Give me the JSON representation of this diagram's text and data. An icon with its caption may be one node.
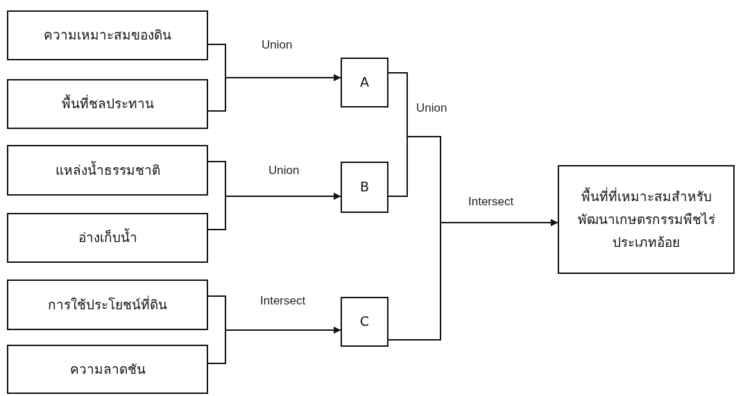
{
  "diagram": {
    "nodes": [
      {
        "text": [
          "ความเหมาะสมของดิน"
        ]
      },
      {
        "text": [
          "พื้นที่ชลประทาน"
        ]
      },
      {
        "text": [
          "แหล่งน้ำธรรมชาติ"
        ]
      },
      {
        "text": [
          "อ่างเก็บน้ำ"
        ]
      },
      {
        "text": [
          "การใช้ประโยชน์ที่ดิน"
        ]
      },
      {
        "text": [
          "ความลาดชัน"
        ]
      },
      {
        "text": [
          "A"
        ]
      },
      {
        "text": [
          "B"
        ]
      },
      {
        "text": [
          "C"
        ]
      },
      {
        "text": [
          "พื้นที่ที่เหมาะสมสำหรับพัฒนาเกษตรกรรมพืชไร่ประเภทอ้อย"
        ]
      }
    ],
    "edges": [
      {
        "from": 0,
        "to": 6,
        "arrow": "to",
        "label": "Union"
      },
      {
        "from": 1,
        "to": 6,
        "arrow": "to"
      },
      {
        "from": 2,
        "to": 7,
        "arrow": "to",
        "label": "Union"
      },
      {
        "from": 3,
        "to": 7,
        "arrow": "to"
      },
      {
        "from": 4,
        "to": 8,
        "arrow": "to",
        "label": "Intersect"
      },
      {
        "from": 5,
        "to": 8,
        "arrow": "to"
      },
      {
        "from": 6,
        "to": 9,
        "arrow": "to",
        "label": "Union"
      },
      {
        "from": 7,
        "to": 9,
        "arrow": "to"
      },
      {
        "from": 8,
        "to": 9,
        "arrow": "to",
        "label": "Intersect"
      }
    ]
  }
}
